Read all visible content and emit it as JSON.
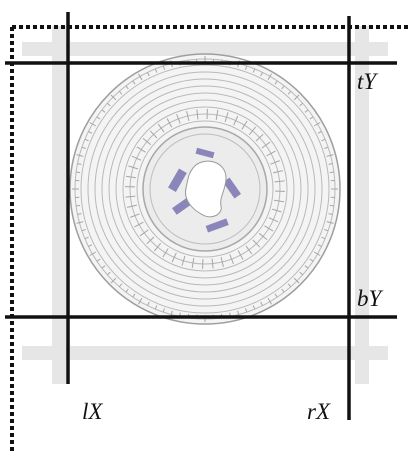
{
  "labels": {
    "top_y": "tY",
    "bottom_y": "bY",
    "left_x": "lX",
    "right_x": "rX"
  },
  "colors": {
    "bound_line": "#111111",
    "guide_band": "#e6e6e6",
    "disc_ink": "#b9b9b9",
    "center_print": "#6a64a8",
    "background": "#ffffff"
  },
  "disc": {
    "description_icon": "tachograph-disc-icon"
  }
}
